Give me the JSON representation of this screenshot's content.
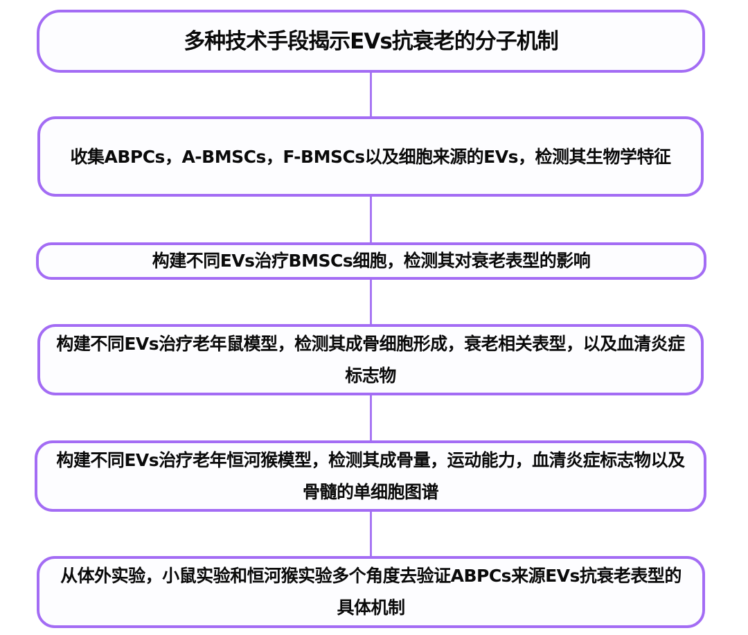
{
  "flowchart": {
    "colors": {
      "node_border": "#a36cf4",
      "connector": "#a877f3",
      "node_background": "#fdfdff",
      "text": "#0a0a0a"
    },
    "title": "多种技术手段揭示EVs抗衰老的分子机制",
    "steps": [
      {
        "label": "收集ABPCs，A-BMSCs，F-BMSCs以及细胞来源的EVs，检测其生物学特征"
      },
      {
        "label": "构建不同EVs治疗BMSCs细胞，检测其对衰老表型的影响"
      },
      {
        "label": "构建不同EVs治疗老年鼠模型，检测其成骨细胞形成，衰老相关表型，以及血清炎症标志物"
      },
      {
        "label": "构建不同EVs治疗老年恒河猴模型，检测其成骨量，运动能力，血清炎症标志物以及骨髓的单细胞图谱"
      },
      {
        "label": "从体外实验，小鼠实验和恒河猴实验多个角度去验证ABPCs来源EVs抗衰老表型的具体机制"
      }
    ]
  }
}
